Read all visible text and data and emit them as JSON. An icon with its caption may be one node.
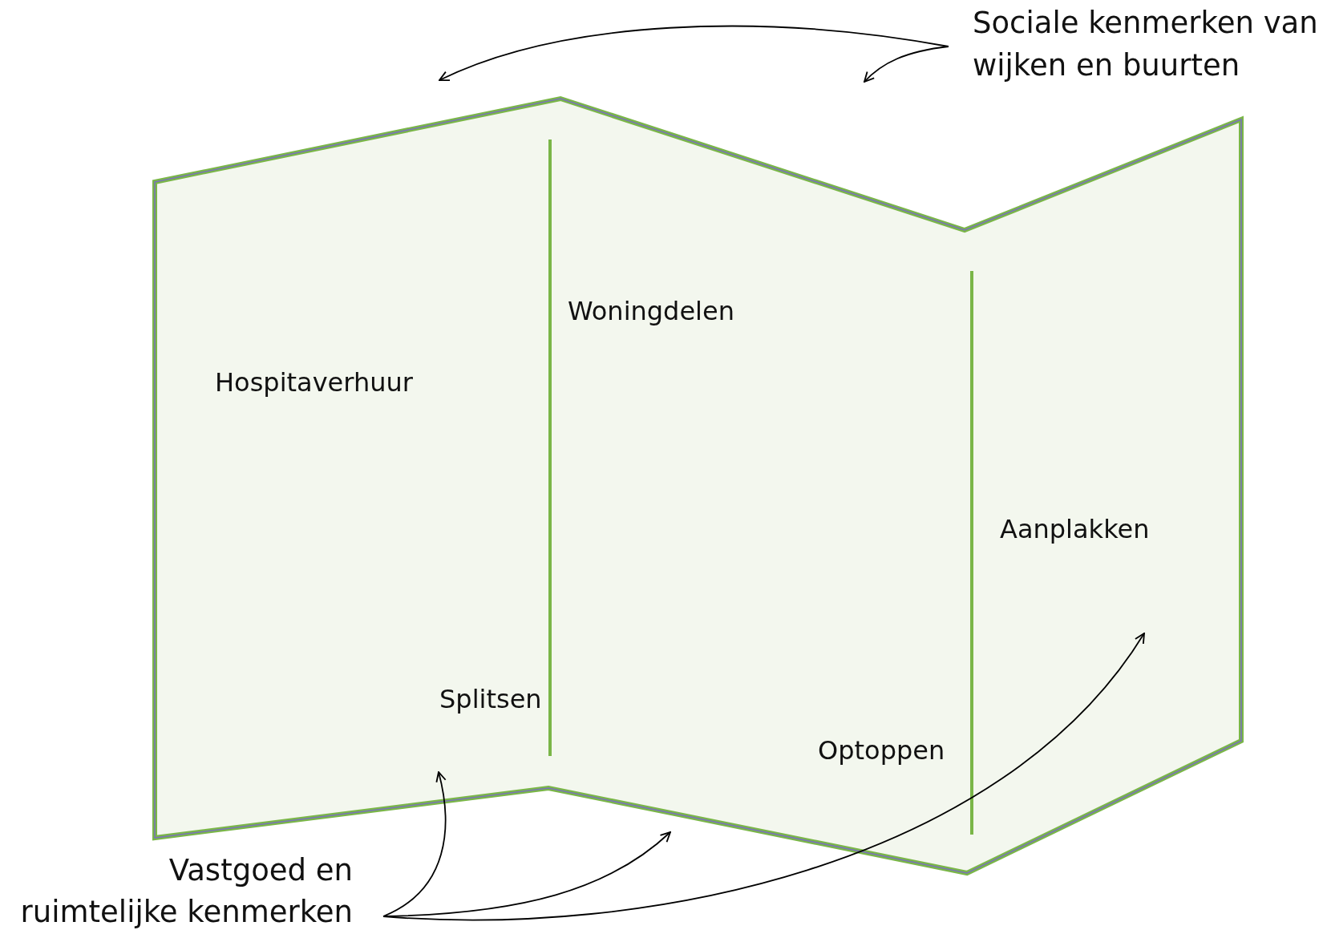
{
  "diagram": {
    "nodes": [
      {
        "text": [
          "Hospitaverhuur",
          "Woningdelen",
          "Splitsen",
          "Optoppen",
          "Aanplakken"
        ]
      },
      {
        "text": [
          "Sociale kenmerken van wijken en buurten"
        ]
      },
      {
        "text": [
          "Vastgoed en ruimtelijke kenmerken"
        ]
      }
    ],
    "edges": [
      {
        "from": 1,
        "to": null,
        "arrow": "to"
      },
      {
        "from": 1,
        "to": null,
        "arrow": "to"
      },
      {
        "from": 2,
        "to": 0,
        "arrow": "to"
      },
      {
        "from": 2,
        "to": 0,
        "arrow": "to"
      },
      {
        "from": 2,
        "to": 0,
        "arrow": "to"
      }
    ]
  }
}
